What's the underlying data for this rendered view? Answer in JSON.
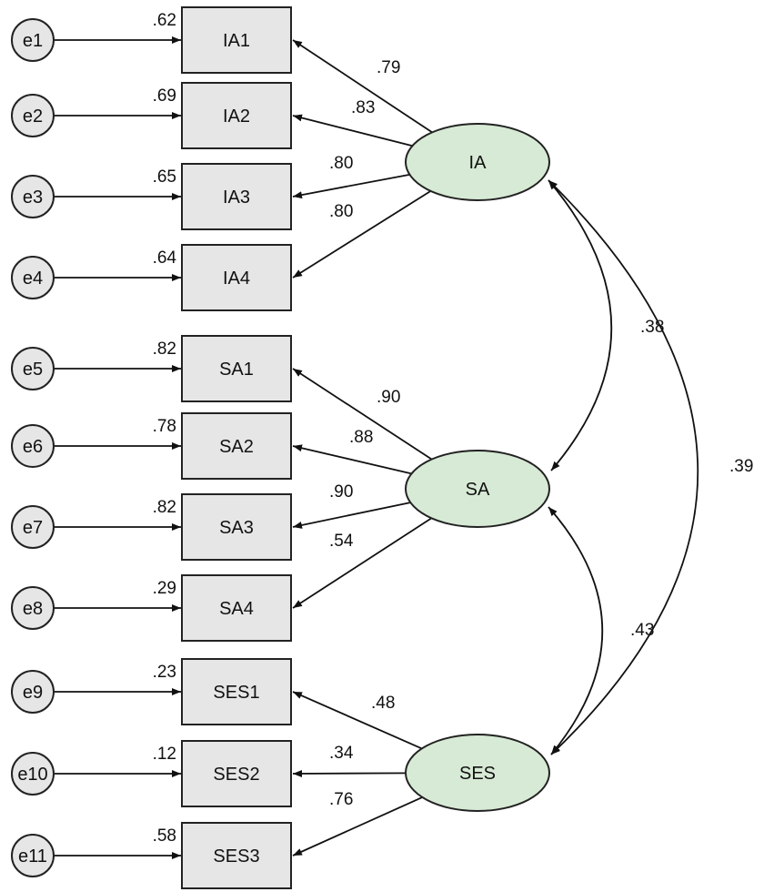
{
  "colors": {
    "latent_fill": "#d7ead5",
    "box_fill": "#e6e6e6",
    "error_fill": "#e6e6e6",
    "stroke": "#222222"
  },
  "errors": [
    "e1",
    "e2",
    "e3",
    "e4",
    "e5",
    "e6",
    "e7",
    "e8",
    "e9",
    "e10",
    "e11"
  ],
  "indicators": [
    {
      "label": "IA1",
      "r2": ".62",
      "loading": ".79"
    },
    {
      "label": "IA2",
      "r2": ".69",
      "loading": ".83"
    },
    {
      "label": "IA3",
      "r2": ".65",
      "loading": ".80"
    },
    {
      "label": "IA4",
      "r2": ".64",
      "loading": ".80"
    },
    {
      "label": "SA1",
      "r2": ".82",
      "loading": ".90"
    },
    {
      "label": "SA2",
      "r2": ".78",
      "loading": ".88"
    },
    {
      "label": "SA3",
      "r2": ".82",
      "loading": ".90"
    },
    {
      "label": "SA4",
      "r2": ".29",
      "loading": ".54"
    },
    {
      "label": "SES1",
      "r2": ".23",
      "loading": ".48"
    },
    {
      "label": "SES2",
      "r2": ".12",
      "loading": ".34"
    },
    {
      "label": "SES3",
      "r2": ".58",
      "loading": ".76"
    }
  ],
  "latents": [
    {
      "label": "IA"
    },
    {
      "label": "SA"
    },
    {
      "label": "SES"
    }
  ],
  "correlations": [
    {
      "from": "IA",
      "to": "SA",
      "value": ".38"
    },
    {
      "from": "SA",
      "to": "SES",
      "value": ".43"
    },
    {
      "from": "IA",
      "to": "SES",
      "value": ".39"
    }
  ]
}
